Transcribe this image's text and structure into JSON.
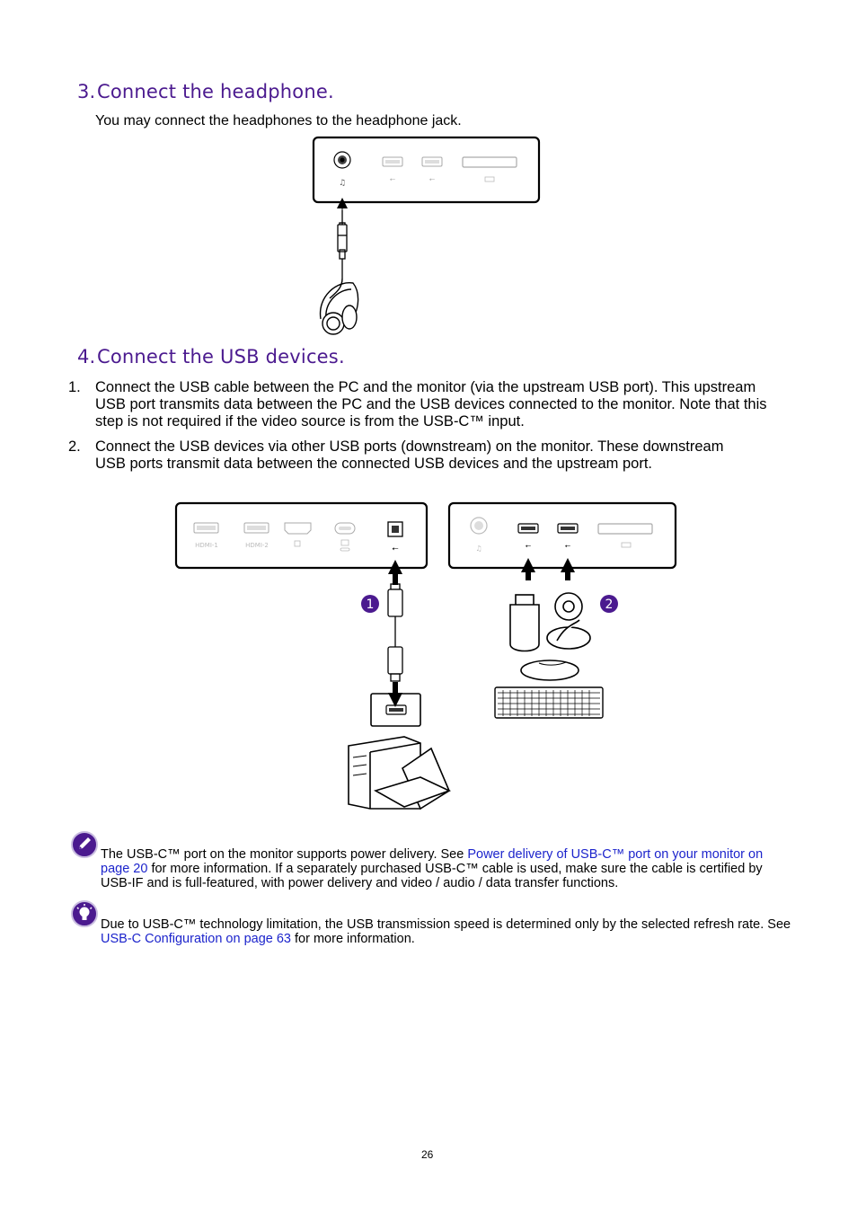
{
  "section3": {
    "number": "3.",
    "heading": "Connect the headphone.",
    "description": "You may connect the headphones to the headphone jack."
  },
  "section4": {
    "number": "4.",
    "heading": "Connect the USB devices.",
    "steps": [
      {
        "marker": "1.",
        "text": "Connect the USB cable between the PC and the monitor (via the upstream USB port). This upstream USB port transmits data between the PC and the USB devices connected to the monitor. Note that this step is not required if the video source is from the USB-C™ input."
      },
      {
        "marker": "2.",
        "text": "Connect the USB devices via other USB ports (downstream) on the monitor. These downstream USB ports transmit data between the connected USB devices and the upstream port."
      }
    ],
    "callouts": [
      "1",
      "2"
    ]
  },
  "port_labels": {
    "hdmi1": "HDMI-1",
    "hdmi2": "HDMI-2"
  },
  "notes": [
    {
      "icon": "pencil-icon",
      "text_before": "The USB-C™ port on the monitor supports power delivery. See ",
      "link_text": "Power delivery of USB-C™ port on your monitor on page 20",
      "text_after": " for more information. If a separately purchased USB-C™ cable is used, make sure the cable is certified by USB-IF and is full-featured, with power delivery and video / audio / data transfer functions."
    },
    {
      "icon": "lightbulb-icon",
      "text_before": "Due to USB-C™ technology limitation, the USB transmission speed is determined only by the selected refresh rate. See ",
      "link_text": "USB-C Configuration on page 63",
      "text_after": " for more information."
    }
  ],
  "page_number": "26",
  "colors": {
    "heading": "#4b1a8f",
    "link": "#1c24cc",
    "callout_bg": "#4b1a8f"
  }
}
